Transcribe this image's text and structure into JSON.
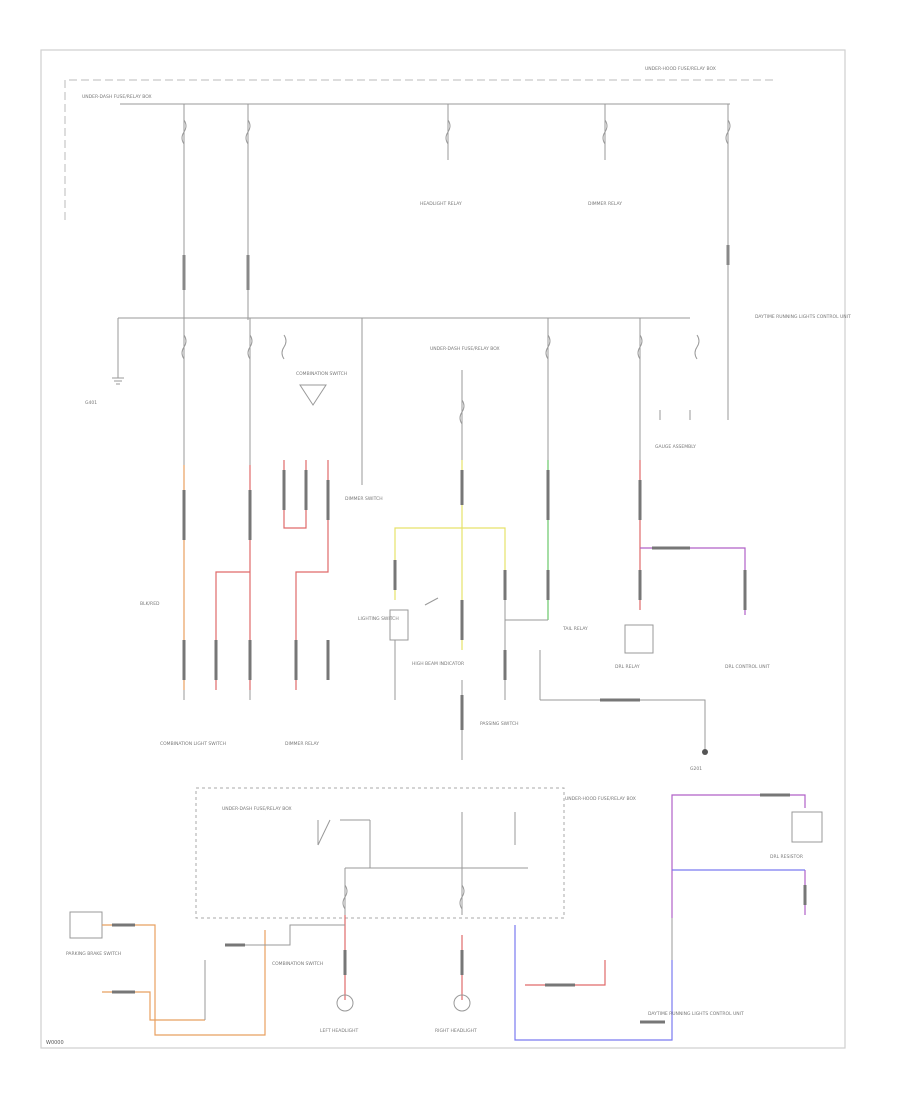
{
  "diagram": {
    "footer_label": "W0000",
    "components": {
      "top_right_junction": "UNDER-HOOD FUSE/RELAY BOX",
      "top_left_underdash": "UNDER-DASH FUSE/RELAY BOX",
      "hood_relay_mid": "HEADLIGHT RELAY",
      "dimmer_relay_mid": "DIMMER RELAY",
      "right_info_block": "DAYTIME RUNNING LIGHTS CONTROL UNIT",
      "left_ground": "G401",
      "combination_switch": "COMBINATION SWITCH",
      "mid_underdash": "UNDER-DASH FUSE/RELAY BOX",
      "gauge_assembly": "GAUGE ASSEMBLY",
      "lighting_switch": "LIGHTING SWITCH",
      "dimmer_sw": "DIMMER SWITCH",
      "hi_beam_ind": "HIGH BEAM INDICATOR",
      "tail_relay": "TAIL RELAY",
      "passing_sw": "PASSING SWITCH",
      "drl_relay_right": "DRL RELAY",
      "drl_control_unit": "DRL CONTROL UNIT",
      "ground_right": "G201",
      "bottom_box_left": "UNDER-DASH FUSE/RELAY BOX",
      "bottom_box_right": "UNDER-HOOD FUSE/RELAY BOX",
      "combination_light_switch": "COMBINATION LIGHT SWITCH",
      "left_headlight": "LEFT HEADLIGHT",
      "right_headlight": "RIGHT HEADLIGHT",
      "parking_brake_switch": "PARKING BRAKE SWITCH",
      "dimmer_relay": "DIMMER RELAY",
      "bottom_right_note": "DAYTIME RUNNING LIGHTS CONTROL UNIT",
      "bottom_right_unit": "DRL RESISTOR",
      "combination_sw_right": "COMBINATION SWITCH",
      "small_note_left": "BLK/RED"
    }
  }
}
